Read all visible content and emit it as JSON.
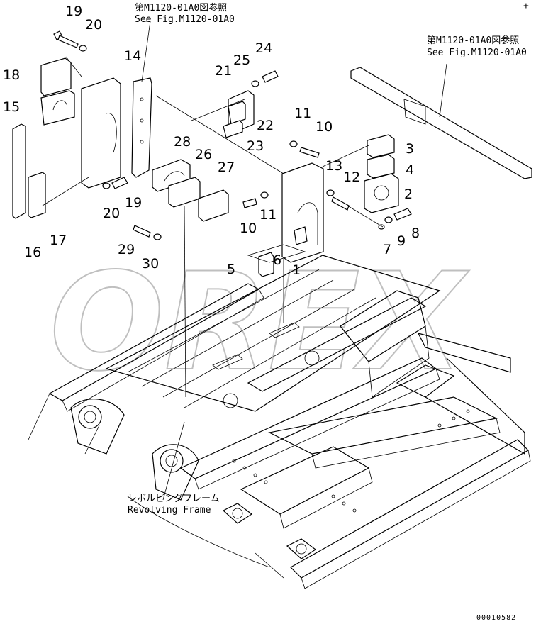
{
  "corner_mark": "+",
  "watermark_text": "OREX",
  "references": [
    {
      "jp": "第M1120-01A0図参照",
      "en": "See Fig.M1120-01A0"
    },
    {
      "jp": "第M1120-01A0図参照",
      "en": "See Fig.M1120-01A0"
    }
  ],
  "frame_label": {
    "jp": "レボルビングフレーム",
    "en": "Revolving Frame"
  },
  "drawing_code": "00010582",
  "callouts": [
    "1",
    "2",
    "3",
    "4",
    "5",
    "6",
    "7",
    "8",
    "9",
    "10",
    "10",
    "11",
    "11",
    "12",
    "13",
    "14",
    "15",
    "16",
    "17",
    "18",
    "19",
    "19",
    "20",
    "20",
    "21",
    "22",
    "23",
    "24",
    "25",
    "26",
    "27",
    "28",
    "29",
    "30"
  ]
}
